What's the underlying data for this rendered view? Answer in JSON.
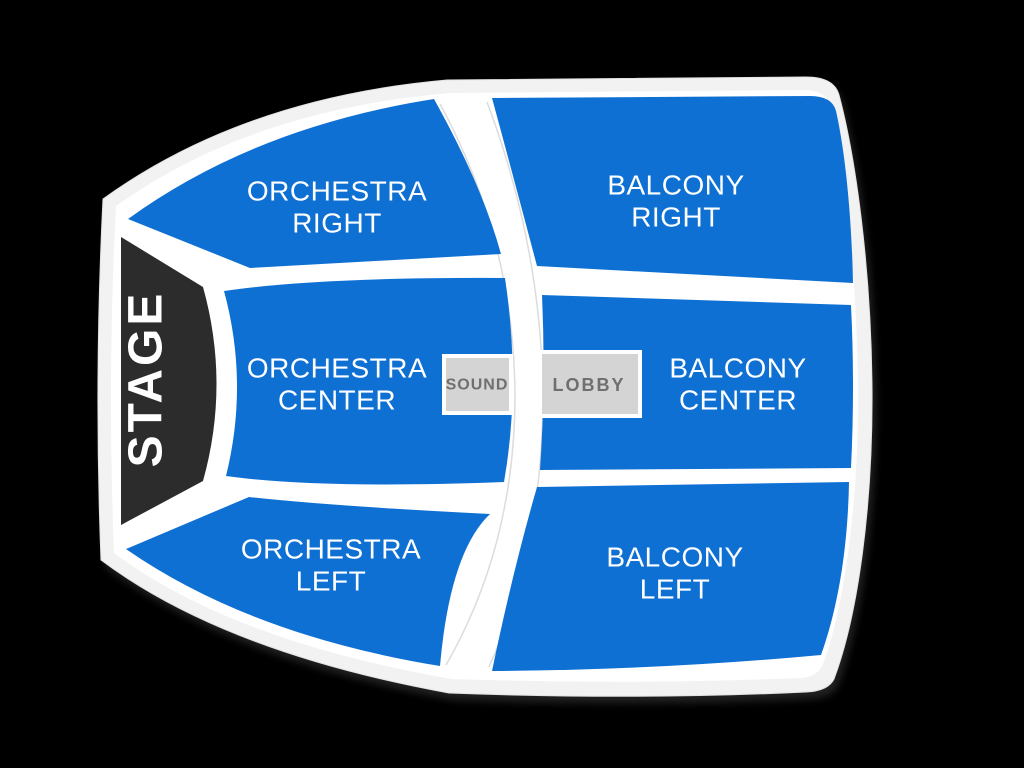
{
  "page": {
    "background": "#000000"
  },
  "venue_map": {
    "colors": {
      "rim": "#f2f2f2",
      "rim_border": "#e3e3e3",
      "floor": "#ffffff",
      "section": "#0f70d4",
      "stage": "#2c2c2c",
      "section_label": "#ffffff",
      "stage_label": "#ffffff",
      "facility_box": "#d4d4d4",
      "facility_border": "#ffffff",
      "facility_label": "#6f6f6f",
      "aisle_line": "#dcdcdc"
    },
    "stage": {
      "label": "STAGE"
    },
    "sections": [
      {
        "id": "orchestra-right",
        "name": "Orchestra Right",
        "label_lines": [
          "ORCHESTRA",
          "RIGHT"
        ]
      },
      {
        "id": "orchestra-center",
        "name": "Orchestra Center",
        "label_lines": [
          "ORCHESTRA",
          "CENTER"
        ]
      },
      {
        "id": "orchestra-left",
        "name": "Orchestra Left",
        "label_lines": [
          "ORCHESTRA",
          "LEFT"
        ]
      },
      {
        "id": "balcony-right",
        "name": "Balcony Right",
        "label_lines": [
          "BALCONY",
          "RIGHT"
        ]
      },
      {
        "id": "balcony-center",
        "name": "Balcony Center",
        "label_lines": [
          "BALCONY",
          "CENTER"
        ]
      },
      {
        "id": "balcony-left",
        "name": "Balcony Left",
        "label_lines": [
          "BALCONY",
          "LEFT"
        ]
      }
    ],
    "facilities": [
      {
        "id": "sound",
        "label": "SOUND"
      },
      {
        "id": "lobby",
        "label": "LOBBY"
      }
    ]
  }
}
